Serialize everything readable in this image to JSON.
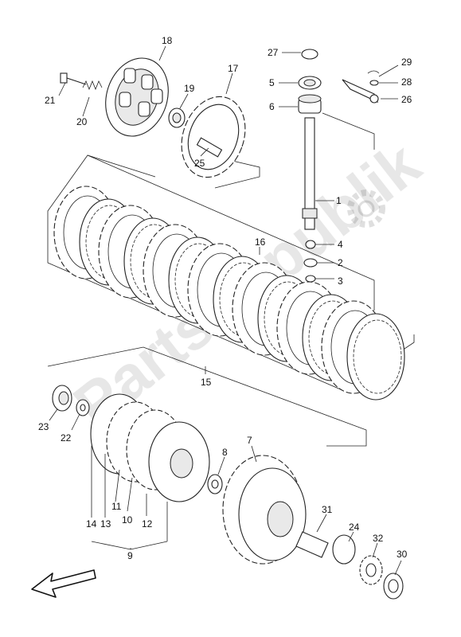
{
  "labels": {
    "p1": "1",
    "p2": "2",
    "p3": "3",
    "p4": "4",
    "p5": "5",
    "p6": "6",
    "p7": "7",
    "p8": "8",
    "p9": "9",
    "p10": "10",
    "p11": "11",
    "p12": "12",
    "p13": "13",
    "p14": "14",
    "p15": "15",
    "p16": "16",
    "p17": "17",
    "p18": "18",
    "p19": "19",
    "p20": "20",
    "p21": "21",
    "p22": "22",
    "p23": "23",
    "p24": "24",
    "p25": "25",
    "p26": "26",
    "p27": "27",
    "p28": "28",
    "p29": "29",
    "p30": "30",
    "p31": "31",
    "p32": "32"
  },
  "watermark": "PartsRepublik",
  "icons": {
    "watermark": "gear-icon",
    "direction": "front-arrow-icon"
  }
}
